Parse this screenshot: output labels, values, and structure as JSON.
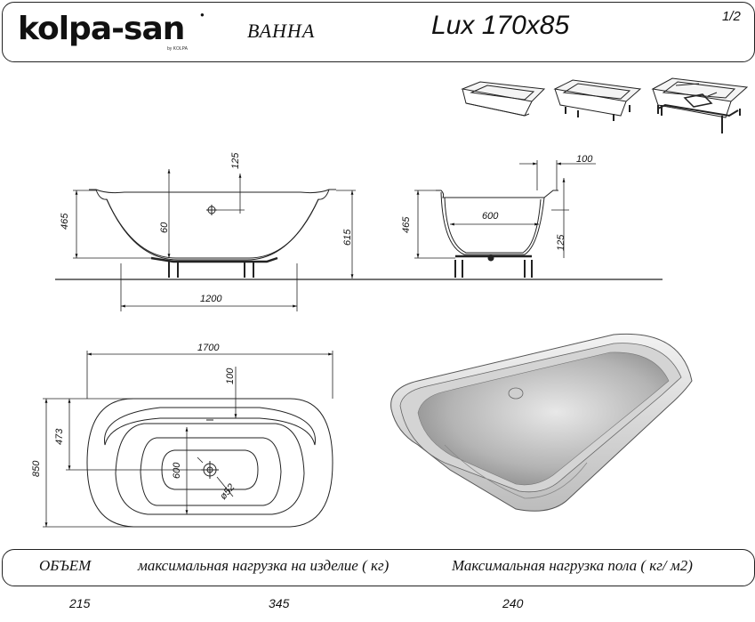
{
  "header": {
    "brand": "kolpa-san",
    "brand_sub": "by KOLPA",
    "doc_type": "ВАННА",
    "model": "Lux 170x85",
    "page": "1/2"
  },
  "dimensions": {
    "front": {
      "depth": "465",
      "drain_offset": "125",
      "drain_height": "60",
      "height": "615",
      "leg_span": "1200"
    },
    "side": {
      "rim": "100",
      "depth": "465",
      "inner_width": "600",
      "rim_height": "125"
    },
    "top": {
      "length": "1700",
      "rim": "100",
      "width": "850",
      "half_width": "473",
      "inner": "600",
      "drain": "ø52"
    }
  },
  "specs": {
    "labels": [
      "ОБЪЕМ",
      "максимальная нагрузка на изделие ( кг)",
      "Максимальная нагрузка пола  ( кг/ м2)"
    ],
    "values": [
      "215",
      "345",
      "240"
    ]
  }
}
